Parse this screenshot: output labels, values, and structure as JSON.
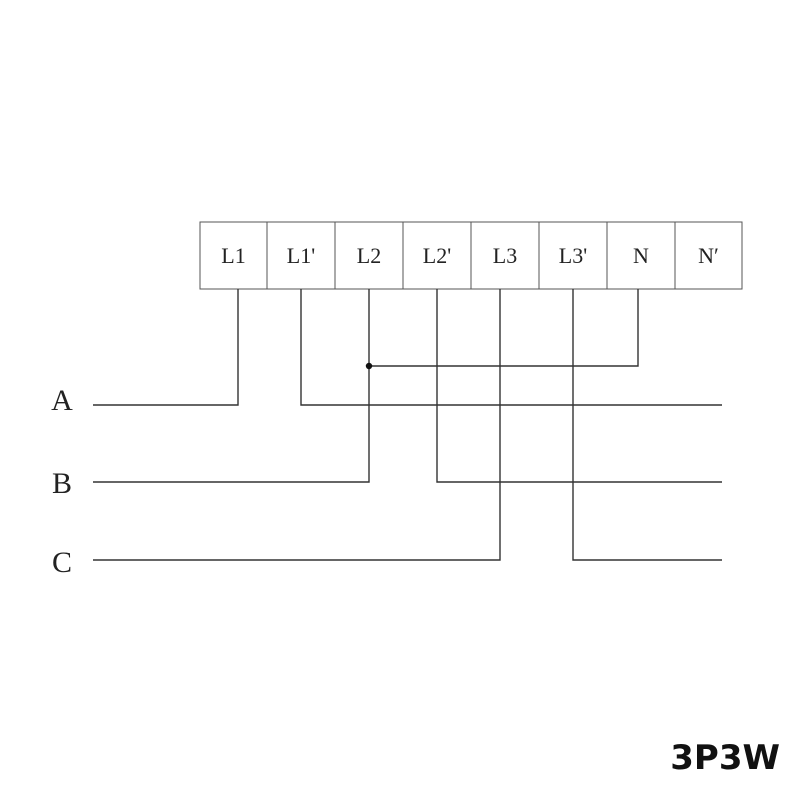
{
  "terminals": [
    "L1",
    "L1'",
    "L2",
    "L2'",
    "L3",
    "L3'",
    "N",
    "N′"
  ],
  "phases": [
    "A",
    "B",
    "C"
  ],
  "config_label": "3P3W"
}
